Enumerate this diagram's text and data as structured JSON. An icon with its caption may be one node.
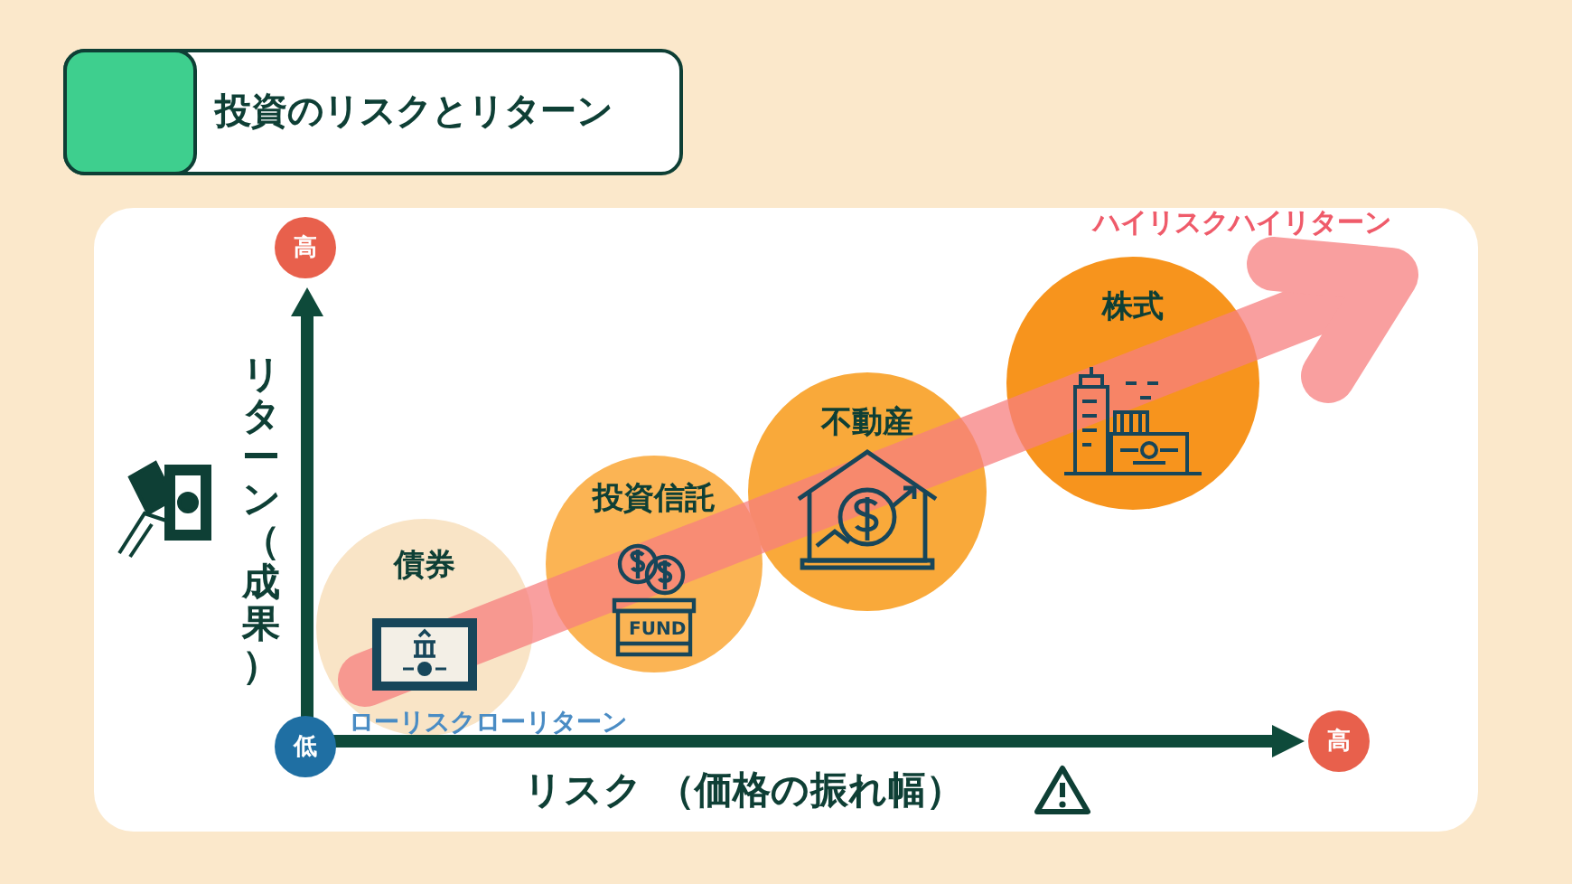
{
  "diagram": {
    "title": "投資のリスクとリターン",
    "nodes": [
      {
        "text": [
          "株式"
        ]
      },
      {
        "text": [
          "不動産"
        ]
      },
      {
        "text": [
          "投資信託"
        ]
      },
      {
        "text": [
          "債券"
        ]
      }
    ],
    "labels": [
      "ハイリスクハイリターン",
      "高",
      "リターン（成果）",
      "FUND",
      "ローリスクローリターン",
      "低",
      "高",
      "リスク （価格の振れ幅）"
    ]
  }
}
